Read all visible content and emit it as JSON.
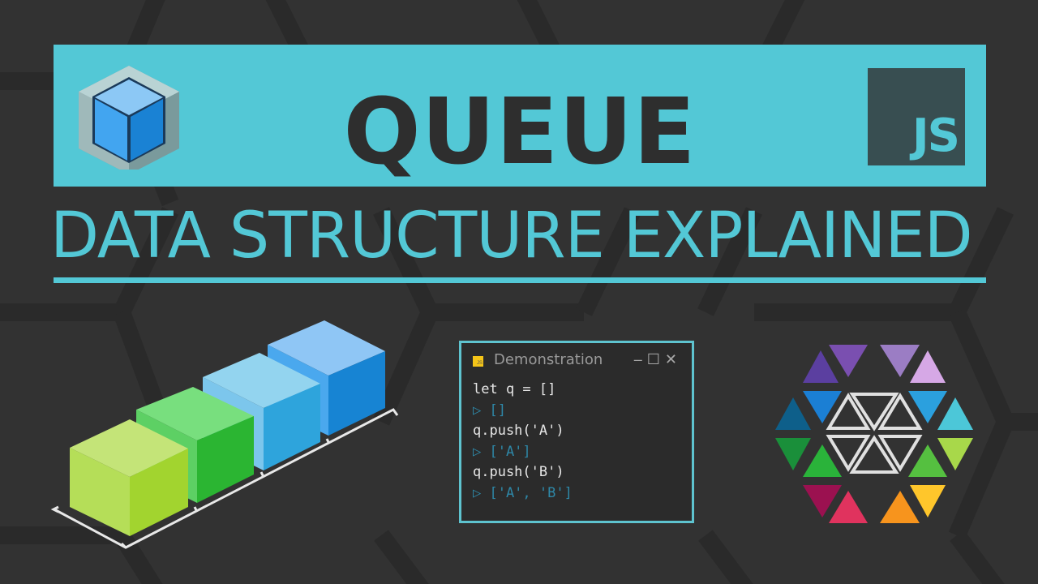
{
  "banner": {
    "title": "QUEUE",
    "background_color": "#53c8d6",
    "title_color": "#2e2e2e",
    "left_logo_icon": "blue-cube-icon",
    "right_logo": {
      "label": "JS",
      "background_color": "#384e51",
      "text_color": "#53c8d6"
    }
  },
  "subtitle": {
    "text": "DATA STRUCTURE EXPLAINED",
    "color": "#53c8d6"
  },
  "illustration": {
    "cubes": [
      {
        "name": "cube-1",
        "color": "#a8d530"
      },
      {
        "name": "cube-2",
        "color": "#2bb532"
      },
      {
        "name": "cube-3",
        "color": "#2ea4dc"
      },
      {
        "name": "cube-4",
        "color": "#1784d3"
      }
    ]
  },
  "console": {
    "title": "Demonstration",
    "badge": "JS",
    "controls": {
      "minimize": "–",
      "maximize": "☐",
      "close": "✕"
    },
    "lines": [
      {
        "type": "in",
        "text": "let q = []"
      },
      {
        "type": "out",
        "text": "▷ []"
      },
      {
        "type": "in",
        "text": "q.push('A')"
      },
      {
        "type": "out",
        "text": "▷ ['A']"
      },
      {
        "type": "in",
        "text": "q.push('B')"
      },
      {
        "type": "out",
        "text": "▷ ['A', 'B']"
      }
    ],
    "border_color": "#5ec3cf",
    "output_color": "#2e88a8"
  },
  "brand_logo": {
    "icon": "triangle-hexagon-logo-icon",
    "colors": [
      "#5b3fa0",
      "#7a4fb0",
      "#9b7dc4",
      "#d6a8e6",
      "#1b7fd4",
      "#0e5f8a",
      "#2ba0de",
      "#4cc7d8",
      "#1a8f3a",
      "#2ab33a",
      "#55c040",
      "#a8d84a",
      "#9b1150",
      "#e0335e",
      "#f7941d",
      "#ffc62b"
    ]
  }
}
